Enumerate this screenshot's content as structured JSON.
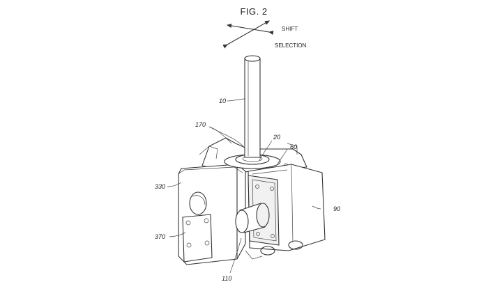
{
  "figure": {
    "title": "FIG. 2",
    "arrows": {
      "shift": "SHIFT",
      "selection": "SELECTION"
    },
    "labels": {
      "l10": "10",
      "l170": "170",
      "l20": "20",
      "l60": "60",
      "l330": "330",
      "l90": "90",
      "l370": "370",
      "l110": "110"
    }
  }
}
